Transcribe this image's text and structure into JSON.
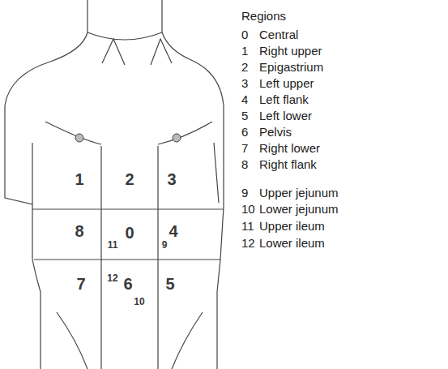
{
  "diagram": {
    "title": "Regions",
    "labels": [
      "1",
      "2",
      "3",
      "8",
      "0",
      "11",
      "4",
      "9",
      "7",
      "12",
      "6",
      "10",
      "5",
      "0",
      "Central",
      "1",
      "Right upper",
      "2",
      "Epigastrium",
      "3",
      "Left upper",
      "4",
      "Left flank",
      "5",
      "Left lower",
      "6",
      "Pelvis",
      "7",
      "Right lower",
      "8",
      "Right flank",
      "9",
      "Upper jejunum",
      "10",
      "Lower jejunum",
      "11",
      "Upper ileum",
      "12",
      "Lower ileum"
    ]
  }
}
